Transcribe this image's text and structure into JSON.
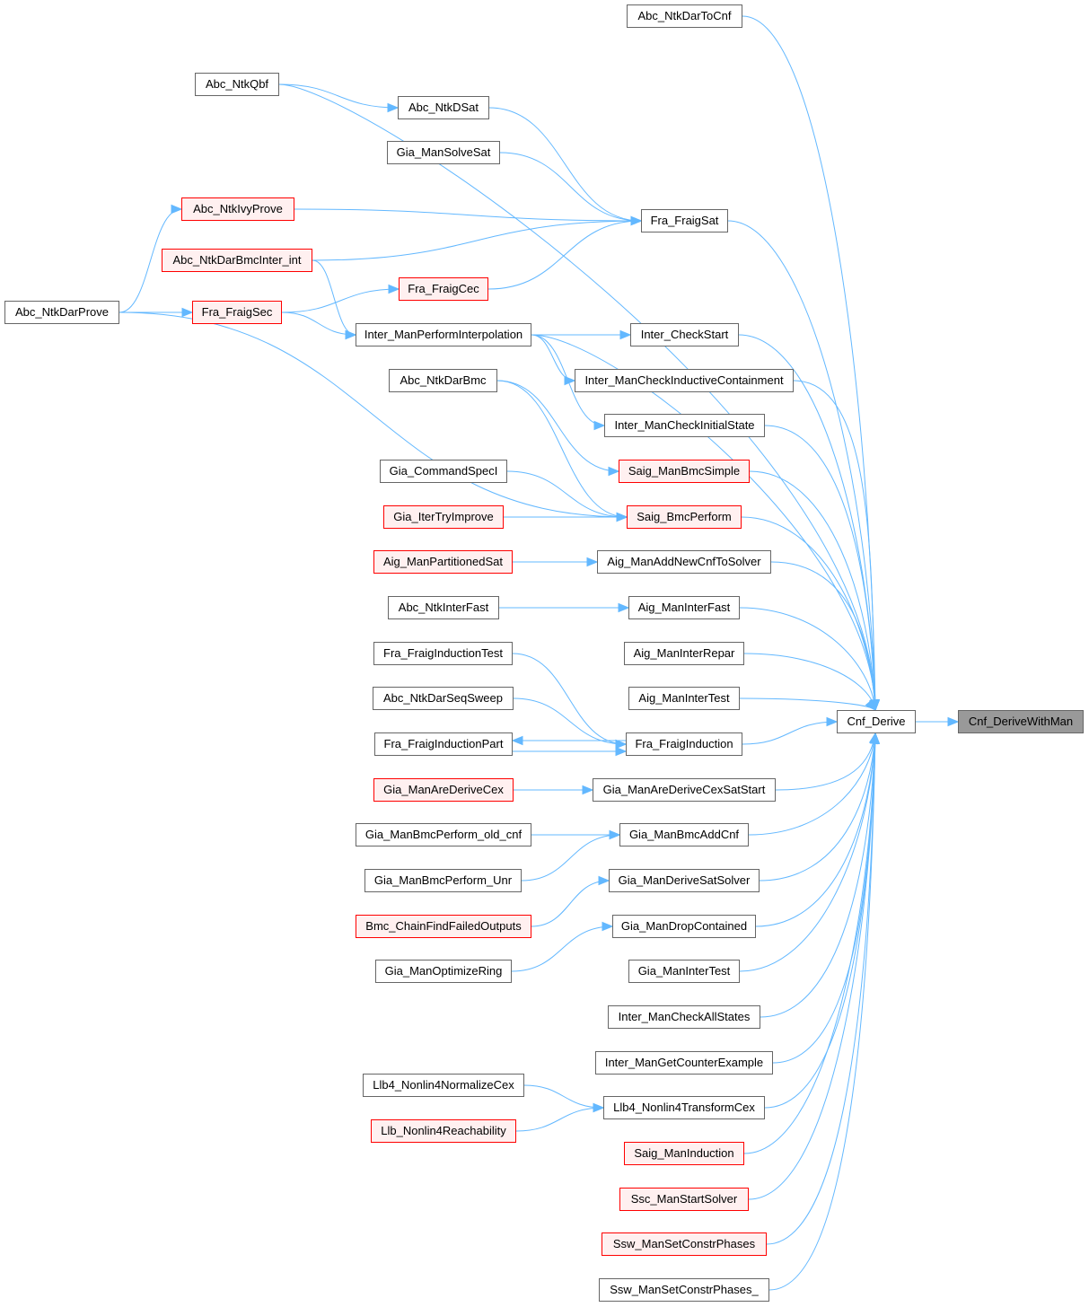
{
  "graph": {
    "title": "Cnf_DeriveWithMan caller graph",
    "edge_color": "#63b8ff",
    "nodes": [
      {
        "label": "Cnf_DeriveWithMan",
        "style": "focus"
      },
      {
        "label": "Cnf_Derive",
        "style": "normal"
      },
      {
        "label": "Abc_NtkDarToCnf",
        "style": "normal"
      },
      {
        "label": "Abc_NtkQbf",
        "style": "normal"
      },
      {
        "label": "Abc_NtkDSat",
        "style": "normal"
      },
      {
        "label": "Gia_ManSolveSat",
        "style": "normal"
      },
      {
        "label": "Fra_FraigSat",
        "style": "normal"
      },
      {
        "label": "Abc_NtkIvyProve",
        "style": "red"
      },
      {
        "label": "Abc_NtkDarBmcInter_int",
        "style": "red"
      },
      {
        "label": "Fra_FraigCec",
        "style": "red"
      },
      {
        "label": "Abc_NtkDarProve",
        "style": "normal"
      },
      {
        "label": "Fra_FraigSec",
        "style": "red"
      },
      {
        "label": "Inter_ManPerformInterpolation",
        "style": "normal"
      },
      {
        "label": "Inter_CheckStart",
        "style": "normal"
      },
      {
        "label": "Abc_NtkDarBmc",
        "style": "normal"
      },
      {
        "label": "Inter_ManCheckInductiveContainment",
        "style": "normal"
      },
      {
        "label": "Inter_ManCheckInitialState",
        "style": "normal"
      },
      {
        "label": "Gia_CommandSpecI",
        "style": "normal"
      },
      {
        "label": "Saig_ManBmcSimple",
        "style": "red"
      },
      {
        "label": "Gia_IterTryImprove",
        "style": "red"
      },
      {
        "label": "Saig_BmcPerform",
        "style": "red"
      },
      {
        "label": "Aig_ManPartitionedSat",
        "style": "red"
      },
      {
        "label": "Aig_ManAddNewCnfToSolver",
        "style": "normal"
      },
      {
        "label": "Abc_NtkInterFast",
        "style": "normal"
      },
      {
        "label": "Aig_ManInterFast",
        "style": "normal"
      },
      {
        "label": "Fra_FraigInductionTest",
        "style": "normal"
      },
      {
        "label": "Aig_ManInterRepar",
        "style": "normal"
      },
      {
        "label": "Abc_NtkDarSeqSweep",
        "style": "normal"
      },
      {
        "label": "Aig_ManInterTest",
        "style": "normal"
      },
      {
        "label": "Fra_FraigInductionPart",
        "style": "normal"
      },
      {
        "label": "Fra_FraigInduction",
        "style": "normal"
      },
      {
        "label": "Gia_ManAreDeriveCex",
        "style": "red"
      },
      {
        "label": "Gia_ManAreDeriveCexSatStart",
        "style": "normal"
      },
      {
        "label": "Gia_ManBmcPerform_old_cnf",
        "style": "normal"
      },
      {
        "label": "Gia_ManBmcAddCnf",
        "style": "normal"
      },
      {
        "label": "Gia_ManBmcPerform_Unr",
        "style": "normal"
      },
      {
        "label": "Gia_ManDeriveSatSolver",
        "style": "normal"
      },
      {
        "label": "Bmc_ChainFindFailedOutputs",
        "style": "red"
      },
      {
        "label": "Gia_ManDropContained",
        "style": "normal"
      },
      {
        "label": "Gia_ManOptimizeRing",
        "style": "normal"
      },
      {
        "label": "Gia_ManInterTest",
        "style": "normal"
      },
      {
        "label": "Inter_ManCheckAllStates",
        "style": "normal"
      },
      {
        "label": "Inter_ManGetCounterExample",
        "style": "normal"
      },
      {
        "label": "Llb4_Nonlin4NormalizeCex",
        "style": "normal"
      },
      {
        "label": "Llb4_Nonlin4TransformCex",
        "style": "normal"
      },
      {
        "label": "Llb_Nonlin4Reachability",
        "style": "red"
      },
      {
        "label": "Saig_ManInduction",
        "style": "red"
      },
      {
        "label": "Ssc_ManStartSolver",
        "style": "red"
      },
      {
        "label": "Ssw_ManSetConstrPhases",
        "style": "red"
      },
      {
        "label": "Ssw_ManSetConstrPhases_",
        "style": "normal"
      }
    ],
    "edges": [
      [
        "Cnf_Derive",
        "Cnf_DeriveWithMan"
      ],
      [
        "Abc_NtkDarToCnf",
        "Cnf_Derive"
      ],
      [
        "Abc_NtkQbf",
        "Cnf_Derive"
      ],
      [
        "Fra_FraigSat",
        "Cnf_Derive"
      ],
      [
        "Inter_ManPerformInterpolation",
        "Cnf_Derive"
      ],
      [
        "Inter_CheckStart",
        "Cnf_Derive"
      ],
      [
        "Inter_ManCheckInductiveContainment",
        "Cnf_Derive"
      ],
      [
        "Inter_ManCheckInitialState",
        "Cnf_Derive"
      ],
      [
        "Saig_ManBmcSimple",
        "Cnf_Derive"
      ],
      [
        "Saig_BmcPerform",
        "Cnf_Derive"
      ],
      [
        "Aig_ManAddNewCnfToSolver",
        "Cnf_Derive"
      ],
      [
        "Aig_ManInterFast",
        "Cnf_Derive"
      ],
      [
        "Aig_ManInterRepar",
        "Cnf_Derive"
      ],
      [
        "Aig_ManInterTest",
        "Cnf_Derive"
      ],
      [
        "Fra_FraigInduction",
        "Cnf_Derive"
      ],
      [
        "Gia_ManAreDeriveCexSatStart",
        "Cnf_Derive"
      ],
      [
        "Gia_ManBmcAddCnf",
        "Cnf_Derive"
      ],
      [
        "Gia_ManDeriveSatSolver",
        "Cnf_Derive"
      ],
      [
        "Gia_ManDropContained",
        "Cnf_Derive"
      ],
      [
        "Gia_ManInterTest",
        "Cnf_Derive"
      ],
      [
        "Inter_ManCheckAllStates",
        "Cnf_Derive"
      ],
      [
        "Inter_ManGetCounterExample",
        "Cnf_Derive"
      ],
      [
        "Llb4_Nonlin4TransformCex",
        "Cnf_Derive"
      ],
      [
        "Saig_ManInduction",
        "Cnf_Derive"
      ],
      [
        "Ssc_ManStartSolver",
        "Cnf_Derive"
      ],
      [
        "Ssw_ManSetConstrPhases",
        "Cnf_Derive"
      ],
      [
        "Ssw_ManSetConstrPhases_",
        "Cnf_Derive"
      ],
      [
        "Abc_NtkQbf",
        "Abc_NtkDSat"
      ],
      [
        "Abc_NtkDSat",
        "Fra_FraigSat"
      ],
      [
        "Gia_ManSolveSat",
        "Fra_FraigSat"
      ],
      [
        "Abc_NtkIvyProve",
        "Fra_FraigSat"
      ],
      [
        "Abc_NtkDarBmcInter_int",
        "Fra_FraigSat"
      ],
      [
        "Fra_FraigCec",
        "Fra_FraigSat"
      ],
      [
        "Abc_NtkDarProve",
        "Abc_NtkIvyProve"
      ],
      [
        "Abc_NtkDarProve",
        "Fra_FraigSec"
      ],
      [
        "Abc_NtkDarProve",
        "Saig_BmcPerform"
      ],
      [
        "Fra_FraigSec",
        "Fra_FraigCec"
      ],
      [
        "Fra_FraigSec",
        "Inter_ManPerformInterpolation"
      ],
      [
        "Abc_NtkDarBmcInter_int",
        "Inter_ManPerformInterpolation"
      ],
      [
        "Inter_ManPerformInterpolation",
        "Inter_CheckStart"
      ],
      [
        "Inter_ManPerformInterpolation",
        "Inter_ManCheckInductiveContainment"
      ],
      [
        "Inter_ManPerformInterpolation",
        "Inter_ManCheckInitialState"
      ],
      [
        "Abc_NtkDarBmc",
        "Saig_ManBmcSimple"
      ],
      [
        "Abc_NtkDarBmc",
        "Saig_BmcPerform"
      ],
      [
        "Gia_CommandSpecI",
        "Saig_BmcPerform"
      ],
      [
        "Gia_IterTryImprove",
        "Saig_BmcPerform"
      ],
      [
        "Aig_ManPartitionedSat",
        "Aig_ManAddNewCnfToSolver"
      ],
      [
        "Abc_NtkInterFast",
        "Aig_ManInterFast"
      ],
      [
        "Fra_FraigInductionTest",
        "Fra_FraigInduction"
      ],
      [
        "Abc_NtkDarSeqSweep",
        "Fra_FraigInduction"
      ],
      [
        "Fra_FraigInductionPart",
        "Fra_FraigInduction"
      ],
      [
        "Fra_FraigInduction",
        "Fra_FraigInductionPart"
      ],
      [
        "Gia_ManAreDeriveCex",
        "Gia_ManAreDeriveCexSatStart"
      ],
      [
        "Gia_ManBmcPerform_old_cnf",
        "Gia_ManBmcAddCnf"
      ],
      [
        "Gia_ManBmcPerform_Unr",
        "Gia_ManBmcAddCnf"
      ],
      [
        "Bmc_ChainFindFailedOutputs",
        "Gia_ManDeriveSatSolver"
      ],
      [
        "Gia_ManOptimizeRing",
        "Gia_ManDropContained"
      ],
      [
        "Llb4_Nonlin4NormalizeCex",
        "Llb4_Nonlin4TransformCex"
      ],
      [
        "Llb_Nonlin4Reachability",
        "Llb4_Nonlin4TransformCex"
      ]
    ]
  }
}
